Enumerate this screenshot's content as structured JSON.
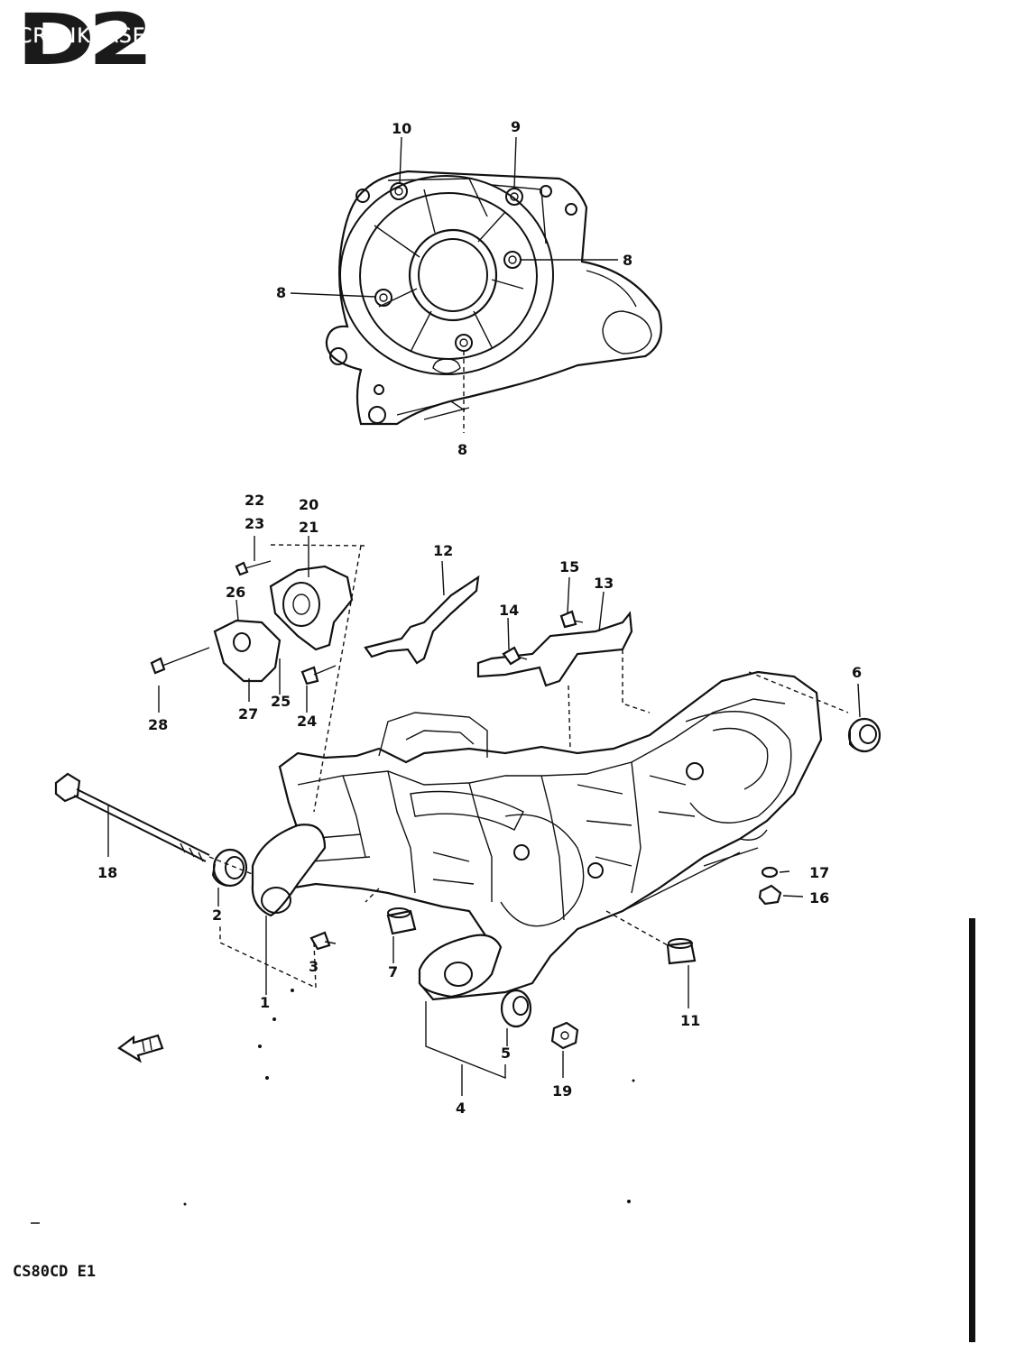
{
  "header": {
    "badge_code": "D2",
    "title": "CRANKCASE"
  },
  "footer": {
    "model_code": "CS80CD E1"
  },
  "callouts": [
    "10",
    "9",
    "8",
    "8",
    "8",
    "22",
    "23",
    "20",
    "21",
    "12",
    "15",
    "13",
    "14",
    "26",
    "28",
    "27",
    "25",
    "24",
    "6",
    "18",
    "2",
    "3",
    "7",
    "1",
    "17",
    "16",
    "11",
    "5",
    "4",
    "19"
  ],
  "icons": {
    "front_arrow": "front-arrow-icon"
  }
}
